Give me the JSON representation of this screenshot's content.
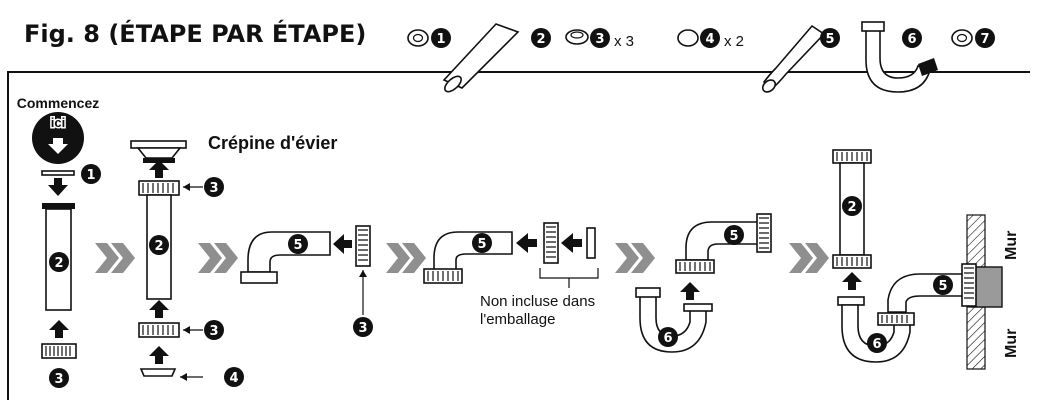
{
  "figure": {
    "title": "Fig. 8 (ÉTAPE PAR ÉTAPE)",
    "frame_color": "#111111",
    "arrow_color": "#8f8f8f"
  },
  "parts_row": {
    "qty_3": "x 3",
    "qty_4": "x 2",
    "badges": [
      "1",
      "2",
      "3",
      "4",
      "5",
      "6",
      "7"
    ]
  },
  "labels": {
    "start_line1": "Commencez",
    "start_line2": "ici",
    "sink_strainer": "Crépine d'évier",
    "not_included_line1": "Non incluse dans",
    "not_included_line2": "l'emballage",
    "wall_top": "Mur",
    "wall_bottom": "Mur"
  },
  "steps": {
    "s1": [
      "1",
      "2",
      "3"
    ],
    "s2": [
      "2",
      "3",
      "3",
      "4"
    ],
    "s3": [
      "5",
      "3"
    ],
    "s4": [
      "5"
    ],
    "s5": [
      "5",
      "6"
    ],
    "s6": [
      "2",
      "5",
      "6"
    ]
  }
}
